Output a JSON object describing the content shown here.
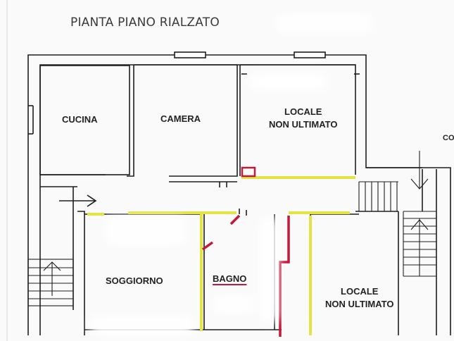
{
  "plan": {
    "title": "PIANTA PIANO RIALZATO",
    "cut_off_label": "CO",
    "rooms": [
      {
        "id": "cucina",
        "lines": [
          "CUCINA"
        ]
      },
      {
        "id": "camera",
        "lines": [
          "CAMERA"
        ]
      },
      {
        "id": "locale-top",
        "lines": [
          "LOCALE",
          "NON ULTIMATO"
        ]
      },
      {
        "id": "soggiorno",
        "lines": [
          "SOGGIORNO"
        ]
      },
      {
        "id": "bagno",
        "lines": [
          "BAGNO"
        ]
      },
      {
        "id": "locale-bottom",
        "lines": [
          "LOCALE",
          "NON ULTIMATO"
        ]
      }
    ]
  },
  "colors": {
    "walls": "#1e1e1e",
    "yellow_highlight": "#e3e342",
    "red_highlight": "#c0193a",
    "background": "#fafafa"
  }
}
